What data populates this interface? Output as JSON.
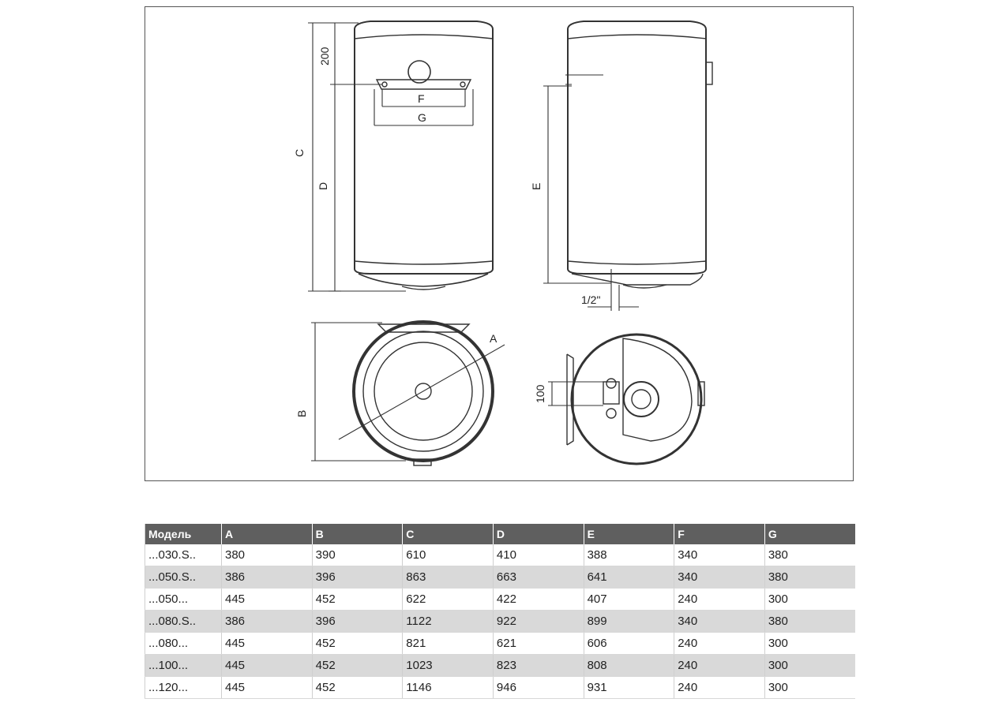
{
  "drawing": {
    "labels": {
      "c": "C",
      "d": "D",
      "e": "E",
      "b": "B",
      "a": "A",
      "f": "F",
      "g": "G",
      "dim_200": "200",
      "dim_100": "100",
      "pipe": "1/2\""
    }
  },
  "table": {
    "headers": [
      "Модель",
      "A",
      "B",
      "C",
      "D",
      "E",
      "F",
      "G"
    ],
    "rows": [
      [
        "...030.S..",
        "380",
        "390",
        "610",
        "410",
        "388",
        "340",
        "380"
      ],
      [
        "...050.S..",
        "386",
        "396",
        "863",
        "663",
        "641",
        "340",
        "380"
      ],
      [
        "...050...",
        "445",
        "452",
        "622",
        "422",
        "407",
        "240",
        "300"
      ],
      [
        "...080.S..",
        "386",
        "396",
        "1122",
        "922",
        "899",
        "340",
        "380"
      ],
      [
        "...080...",
        "445",
        "452",
        "821",
        "621",
        "606",
        "240",
        "300"
      ],
      [
        "...100...",
        "445",
        "452",
        "1023",
        "823",
        "808",
        "240",
        "300"
      ],
      [
        "...120...",
        "445",
        "452",
        "1146",
        "946",
        "931",
        "240",
        "300"
      ]
    ]
  }
}
